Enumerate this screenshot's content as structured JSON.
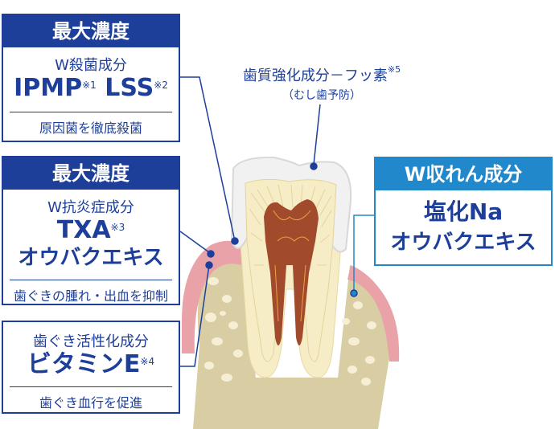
{
  "box1": {
    "header": "最大濃度",
    "category": "W殺菌成分",
    "ingredients_a": "IPMP",
    "mark_a": "※1",
    "ingredients_b": "LSS",
    "mark_b": "※2",
    "effect": "原因菌を徹底殺菌"
  },
  "box2": {
    "header": "最大濃度",
    "category": "W抗炎症成分",
    "ingredient_1": "TXA",
    "mark_1": "※3",
    "ingredient_2": "オウバクエキス",
    "effect": "歯ぐきの腫れ・出血を抑制"
  },
  "box3": {
    "category": "歯ぐき活性化成分",
    "ingredient": "ビタミンE",
    "mark": "※4",
    "effect": "歯ぐき血行を促進"
  },
  "box4": {
    "header": "W収れん成分",
    "ingredient_1": "塩化Na",
    "ingredient_2": "オウバクエキス"
  },
  "fluoride": {
    "label": "歯質強化成分－フッ素",
    "mark": "※5",
    "sub": "（むし歯予防）"
  },
  "colors": {
    "navy": "#1d3f9a",
    "blue": "#2288cc",
    "gum": "#e9a3a8",
    "bone": "#d9cda4",
    "enamel": "#f1f1f1",
    "dentin": "#f6edc6",
    "pulp": "#a24a2c"
  }
}
